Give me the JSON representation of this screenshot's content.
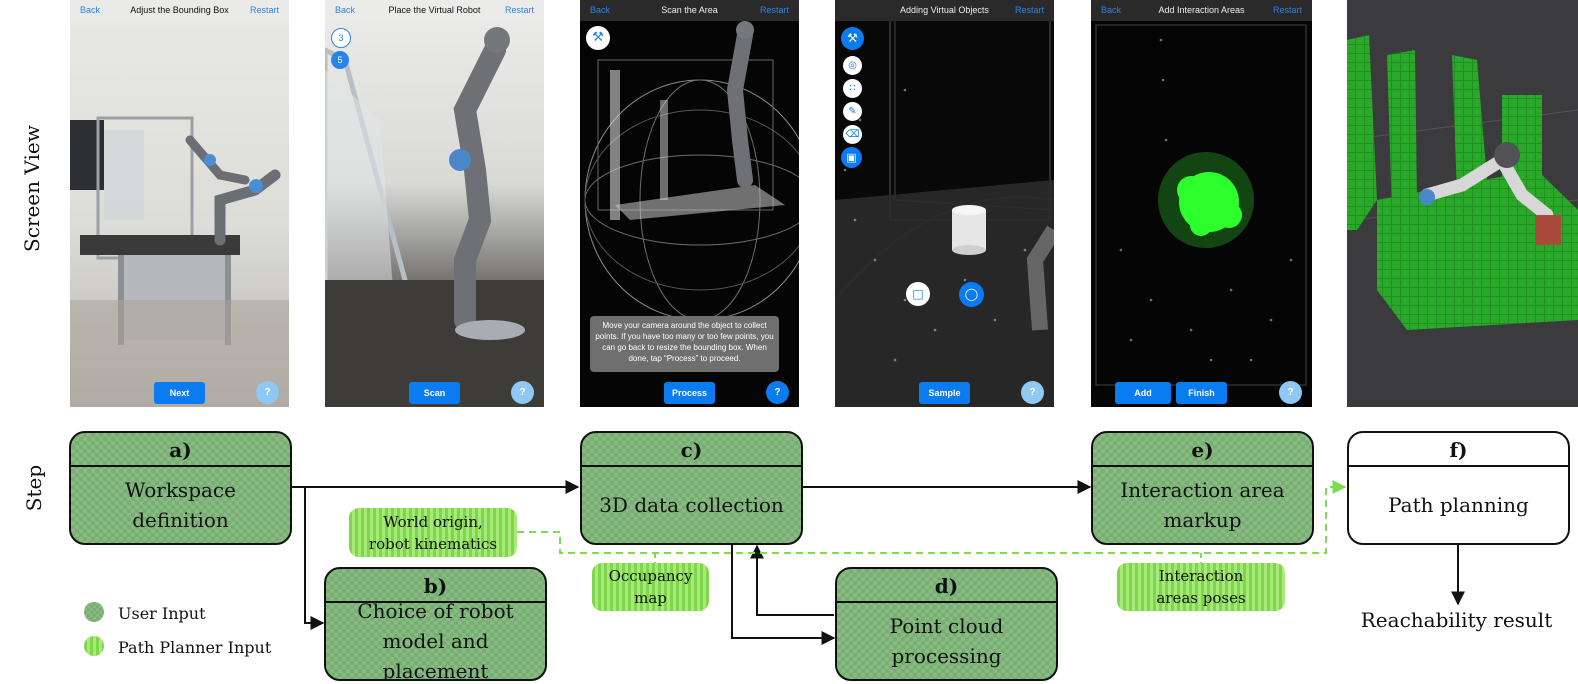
{
  "row_labels": {
    "screen": "Screen View",
    "step": "Step"
  },
  "phones": [
    {
      "left": "Back",
      "title": "Adjust the Bounding Box",
      "right": "Restart",
      "buttons": [
        "Next"
      ],
      "help": "?"
    },
    {
      "left": "Back",
      "title": "Place the Virtual Robot",
      "right": "Restart",
      "buttons": [
        "Scan"
      ],
      "help": "?",
      "side_icons": [
        "3",
        "5"
      ]
    },
    {
      "left": "Back",
      "title": "Scan the Area",
      "right": "Restart",
      "buttons": [
        "Process"
      ],
      "help": "?",
      "message": "Move your camera around the object to collect points. If you have too many or too few points, you can go back to resize the bounding box. When done, tap “Process” to proceed."
    },
    {
      "left": "",
      "title": "Adding Virtual Objects",
      "right": "Restart",
      "buttons": [
        "Sample"
      ],
      "help": "?"
    },
    {
      "left": "Back",
      "title": "Add Interaction Areas",
      "right": "Restart",
      "buttons": [
        "Add",
        "Finish"
      ],
      "help": "?"
    }
  ],
  "steps": {
    "a": {
      "letter": "a)",
      "label": "Workspace definition"
    },
    "b": {
      "letter": "b)",
      "label": "Choice of robot model and placement"
    },
    "c": {
      "letter": "c)",
      "label": "3D data collection"
    },
    "d": {
      "letter": "d)",
      "label": "Point cloud processing"
    },
    "e": {
      "letter": "e)",
      "label": "Interaction area markup"
    },
    "f": {
      "letter": "f)",
      "label": "Path planning"
    }
  },
  "pills": {
    "world": "World origin, robot kinematics",
    "occupancy": "Occupancy map",
    "interaction": "Interaction areas poses"
  },
  "result": "Reachability result",
  "legend": {
    "user": "User Input",
    "planner": "Path Planner Input"
  },
  "colors": {
    "user_input": "#7fb37a",
    "planner_input": "#8fe060",
    "button_blue": "#0a7cf0",
    "dashed_green": "#7ddc52"
  }
}
